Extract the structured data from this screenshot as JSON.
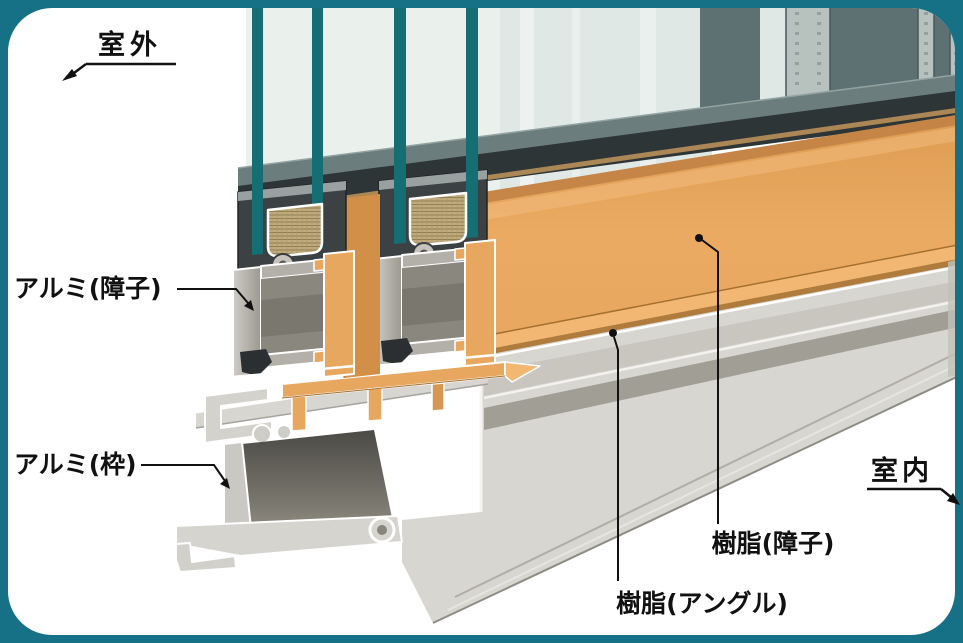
{
  "labels": {
    "outdoor": "室外",
    "indoor": "室内",
    "aluminum_sash": "アルミ(障子)",
    "aluminum_frame": "アルミ(枠)",
    "resin_sash": "樹脂(障子)",
    "resin_angle": "樹脂(アングル)"
  },
  "palette": {
    "teal_border": "#177186",
    "glass_edge": "#156e74",
    "glass_pale": "#eaf0ec",
    "glass_pale2": "#dfe8e4",
    "slate_panel": "#5e7172",
    "rib_light": "#b7c2bf",
    "band_dark": "#2e3536",
    "band_mid": "#6c7d7d",
    "resin_orange": "#e8a75f",
    "resin_orange_light": "#f2b873",
    "resin_orange_dark": "#c08044",
    "alum_light": "#d8d6d1",
    "alum_mid": "#b3b0aa",
    "alum_dark": "#8f8c86",
    "box_interior": "#6b685f",
    "pocket_dark": "#3c4143",
    "spacer_tan": "#c2ab7c",
    "gasket_dark": "#2c2f31",
    "label_color": "#111111"
  }
}
